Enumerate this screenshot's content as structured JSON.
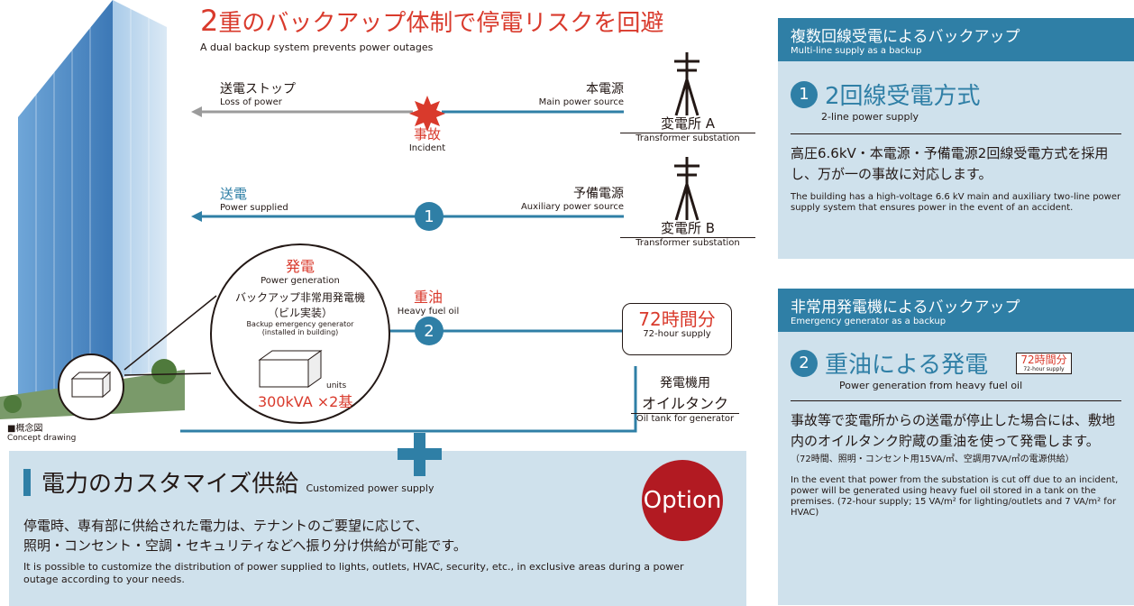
{
  "headline": {
    "num": "2",
    "text": "重のバックアップ体制で停電リスクを回避",
    "en": "A dual backup system prevents power outages"
  },
  "flow": {
    "loss_jp": "送電ストップ",
    "loss_en": "Loss of power",
    "main_jp": "本電源",
    "main_en": "Main power source",
    "incident_jp": "事故",
    "incident_en": "Incident",
    "sub_a_jp": "変電所 A",
    "sub_a_en": "Transformer substation",
    "supplied_jp": "送電",
    "supplied_en": "Power supplied",
    "aux_jp": "予備電源",
    "aux_en": "Auxiliary power source",
    "sub_b_jp": "変電所 B",
    "sub_b_en": "Transformer substation",
    "step1": "1",
    "step2": "2",
    "fuel_jp": "重油",
    "fuel_en": "Heavy fuel oil"
  },
  "generator": {
    "title_jp": "発電",
    "title_en": "Power generation",
    "name_jp": "バックアップ非常用発電機",
    "name_jp2": "（ビル実装）",
    "name_en": "Backup emergency generator",
    "name_en2": "(installed in building)",
    "units": "units",
    "capacity": "300kVA ×2基"
  },
  "tank": {
    "hours_jp": "72時間分",
    "hours_en": "72-hour supply",
    "label_jp1": "発電機用",
    "label_jp2": "オイルタンク",
    "label_en": "Oil tank for generator"
  },
  "concept": {
    "jp": "■概念図",
    "en": "Concept drawing"
  },
  "option": {
    "title_jp": "電力のカスタマイズ供給",
    "title_en": "Customized power supply",
    "badge": "Option",
    "body_jp1": "停電時、専有部に供給された電力は、テナントのご要望に応じて、",
    "body_jp2": "照明・コンセント・空調・セキュリティなどへ振り分け供給が可能です。",
    "body_en": "It is possible to customize the distribution of power supplied to lights, outlets, HVAC, security, etc., in exclusive areas during a power outage according to your needs."
  },
  "panel1": {
    "head_jp": "複数回線受電によるバックアップ",
    "head_en": "Multi-line supply as a backup",
    "num": "1",
    "method_jp": "2回線受電方式",
    "method_en": "2-line power supply",
    "body_jp": "高圧6.6kV・本電源・予備電源2回線受電方式を採用し、万が一の事故に対応します。",
    "body_en": "The building has a high-voltage 6.6 kV main and auxiliary two-line power supply system that ensures power in the event of an accident."
  },
  "panel2": {
    "head_jp": "非常用発電機によるバックアップ",
    "head_en": "Emergency generator as a backup",
    "num": "2",
    "method_jp": "重油による発電",
    "method_en": "Power generation from heavy fuel oil",
    "badge_jp": "72時間分",
    "badge_en": "72-hour supply",
    "body_jp": "事故等で変電所からの送電が停止した場合には、敷地内のオイルタンク貯蔵の重油を使って発電します。",
    "body_jp_note": "（72時間、照明・コンセント用15VA/㎡、空調用7VA/㎡の電源供給）",
    "body_en": "In the event that power from the substation is cut off due to an incident, power will be generated using heavy fuel oil stored in a tank on the premises. (72-hour supply; 15 VA/m² for lighting/outlets and 7 VA/m² for HVAC)"
  },
  "colors": {
    "accent": "#2f7fa6",
    "red": "#d93a2c",
    "panel_bg": "#cfe1ec",
    "option_red": "#b21a22"
  }
}
